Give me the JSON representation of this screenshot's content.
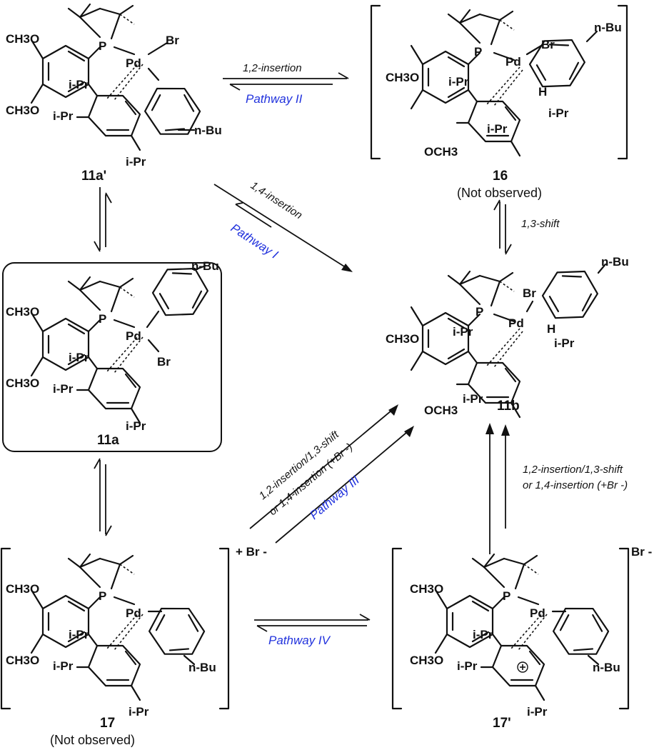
{
  "compounds": {
    "c11a_prime": {
      "label": "11a'",
      "note": ""
    },
    "c11a": {
      "label": "11a",
      "note": ""
    },
    "c16": {
      "label": "16",
      "note": "(Not observed)"
    },
    "c11b": {
      "label": "11b",
      "note": ""
    },
    "c17": {
      "label": "17",
      "note": "(Not observed)",
      "counterion": "+ Br -"
    },
    "c17_prime": {
      "label": "17'",
      "note": "",
      "counterion": "Br -"
    }
  },
  "atoms": {
    "pd": "Pd",
    "p": "P",
    "br": "Br",
    "ipr": "i-Pr",
    "nbu": "n-Bu",
    "och3_top": "CH3O",
    "och3_bottom": "OCH3",
    "h": "H",
    "o": "O"
  },
  "arrows": {
    "a1": {
      "condition": "1,2-insertion",
      "pathway": "Pathway II"
    },
    "a2": {
      "condition": "1,4-insertion",
      "pathway": "Pathway I"
    },
    "a3": {
      "condition": "1,3-shift"
    },
    "a4": {
      "condition_line1": "1,2-insertion/1,3-shift",
      "condition_line2": "or 1,4-insertion (+Br -)",
      "pathway": "Pathway III"
    },
    "a5": {
      "condition_line1": "1,2-insertion/1,3-shift",
      "condition_line2": "or 1,4-insertion (+Br -)"
    },
    "a6": {
      "pathway": "Pathway IV"
    }
  },
  "colors": {
    "pathway": "#2233dd",
    "ink": "#111111"
  }
}
